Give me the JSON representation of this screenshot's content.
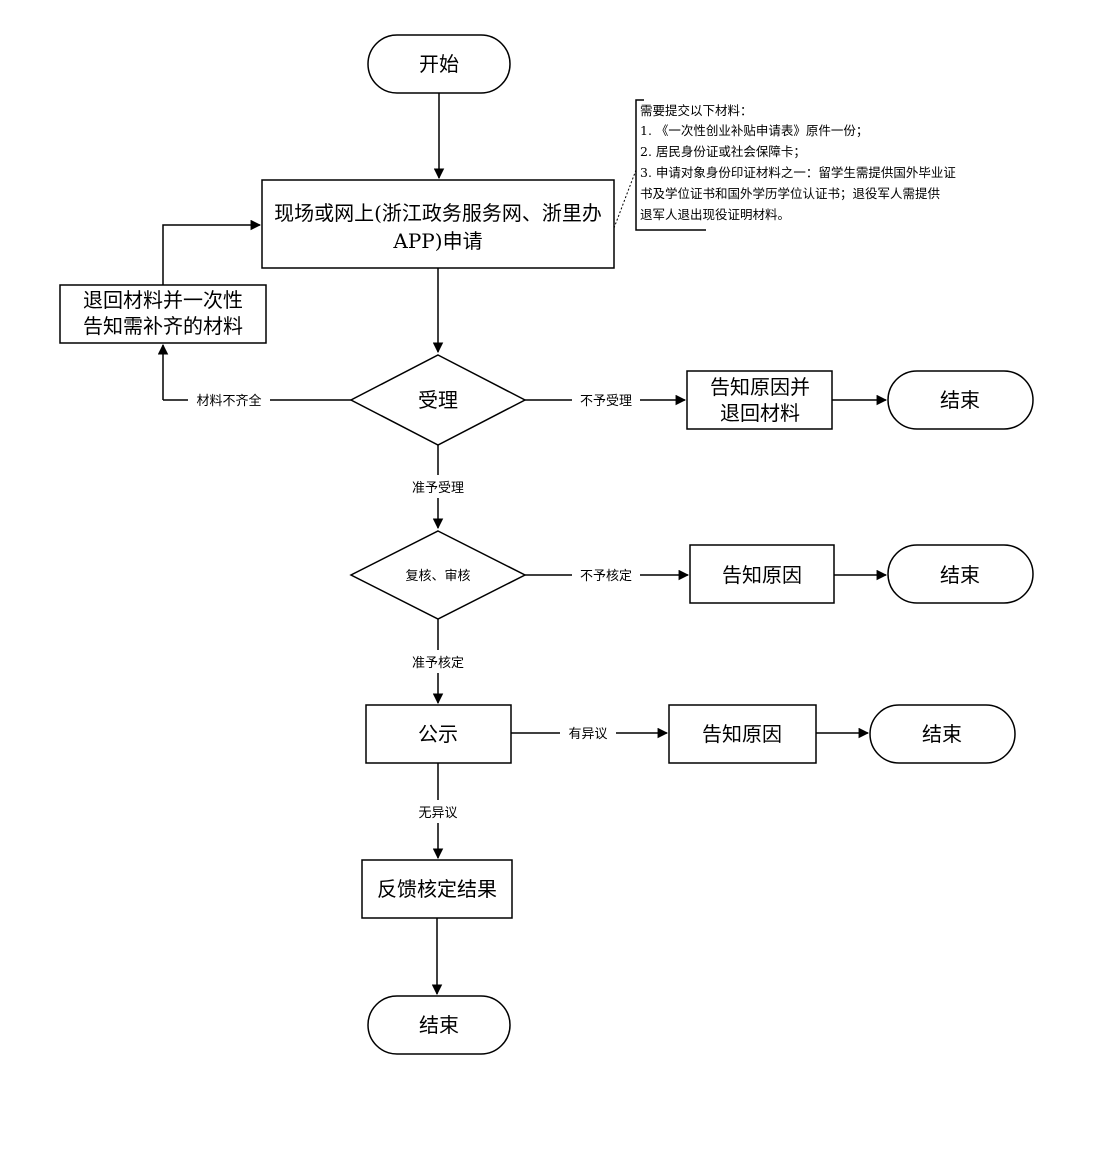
{
  "nodes": {
    "start": "开始",
    "apply_line1": "现场或网上(浙江政务服务网、浙里办",
    "apply_line2": "APP)申请",
    "return_line1": "退回材料并一次性",
    "return_line2": "告知需补齐的材料",
    "accept": "受理",
    "reject_return_line1": "告知原因并",
    "reject_return_line2": "退回材料",
    "end1": "结束",
    "review": "复核、审核",
    "inform_reason1": "告知原因",
    "end2": "结束",
    "publicity": "公示",
    "inform_reason2": "告知原因",
    "end3": "结束",
    "feedback": "反馈核定结果",
    "end4": "结束"
  },
  "edges": {
    "incomplete": "材料不齐全",
    "not_accepted": "不予受理",
    "accepted": "准予受理",
    "not_approved": "不予核定",
    "approved": "准予核定",
    "objection": "有异议",
    "no_objection": "无异议"
  },
  "note": {
    "lines": [
      "需要提交以下材料：",
      "1. 《一次性创业补贴申请表》原件一份；",
      "2. 居民身份证或社会保障卡；",
      "3. 申请对象身份印证材料之一：留学生需提供国外毕业证",
      "书及学位证书和国外学历学位认证书；退役军人需提供",
      "退军人退出现役证明材料。"
    ]
  }
}
